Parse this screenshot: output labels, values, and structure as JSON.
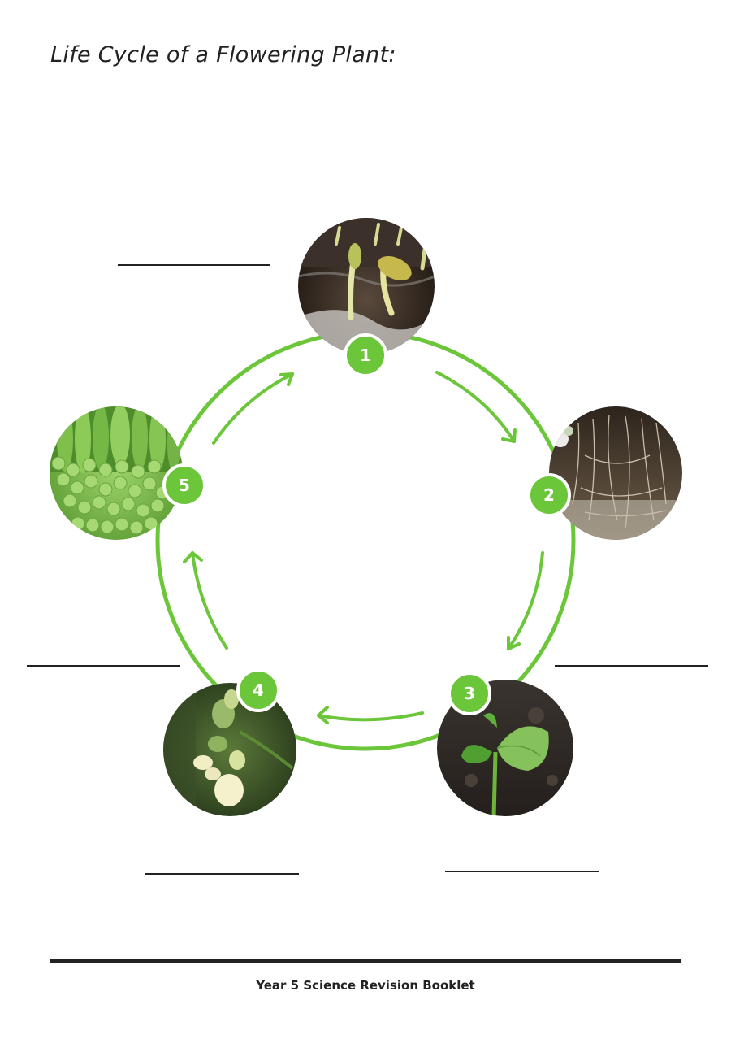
{
  "page": {
    "title": "Life Cycle of a Flowering Plant:",
    "footer": "Year 5 Science Revision Booklet"
  },
  "stages": [
    {
      "number": "1",
      "image": "seedlings-sprouting"
    },
    {
      "number": "2",
      "image": "roots-growing"
    },
    {
      "number": "3",
      "image": "seedling-leaves"
    },
    {
      "number": "4",
      "image": "bean-flower"
    },
    {
      "number": "5",
      "image": "pea-pods"
    }
  ],
  "colors": {
    "accent_green": "#6cc63a",
    "text": "#222222"
  }
}
